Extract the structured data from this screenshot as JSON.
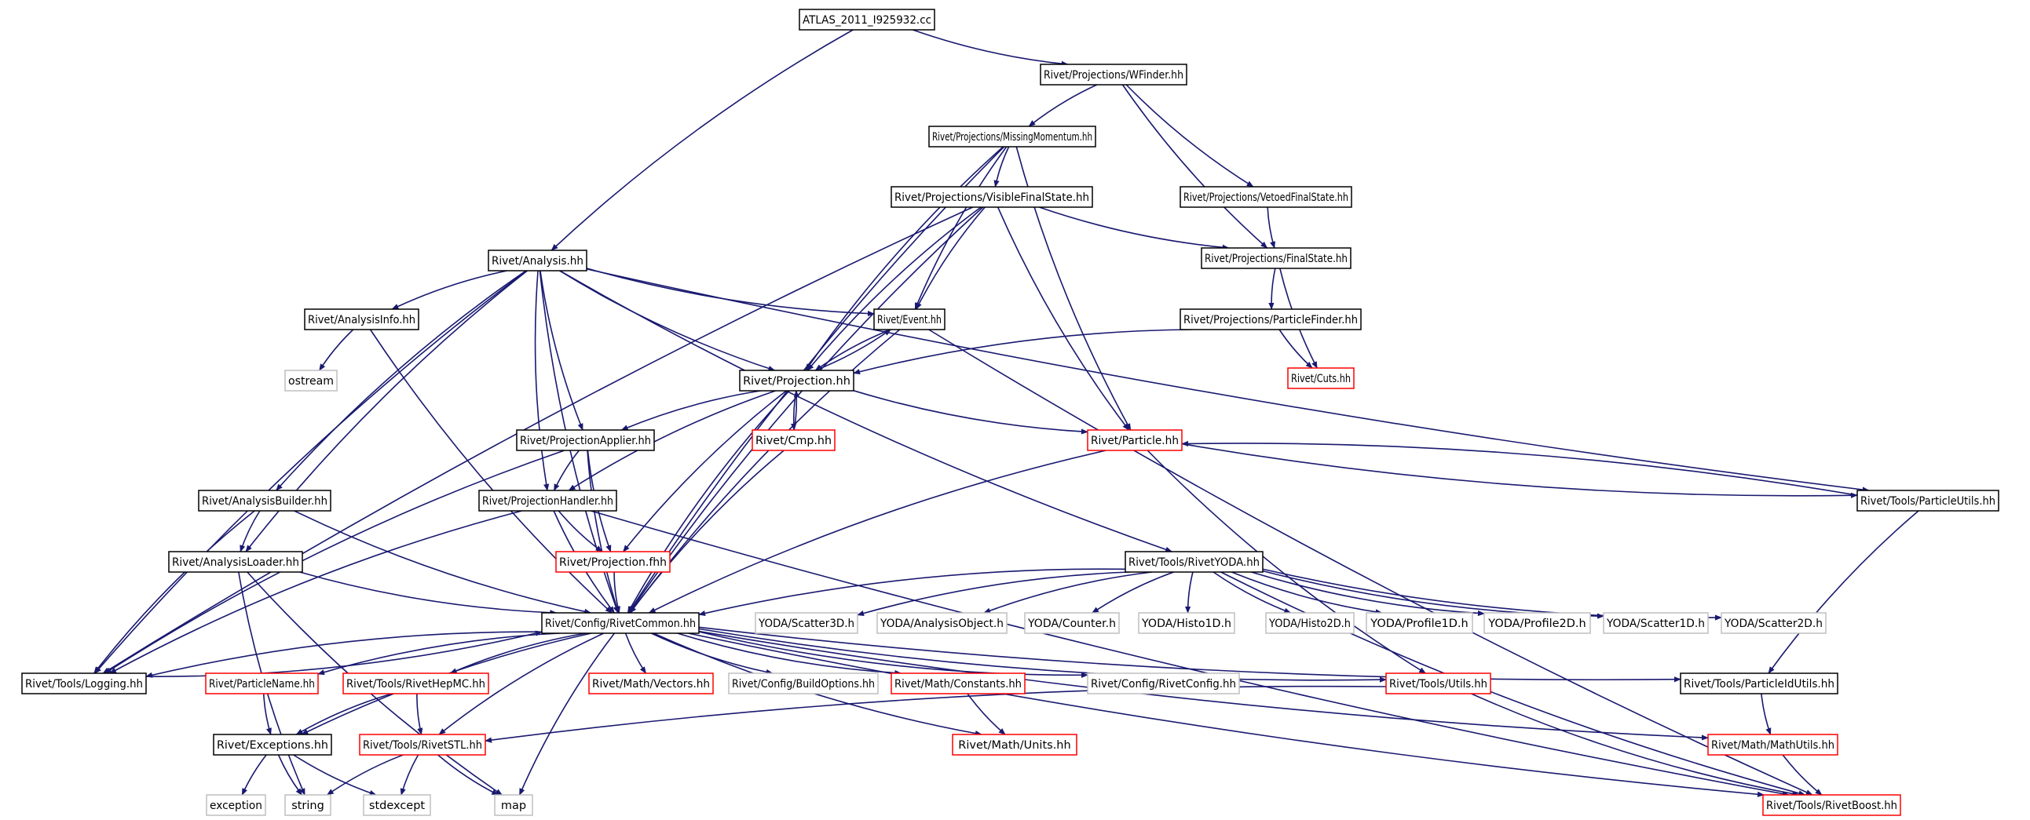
{
  "diagram": {
    "type": "include-dependency-graph",
    "colors": {
      "edge": "#191970",
      "normal": "#000000",
      "truncated": "#ff0000",
      "external": "#bfbfbf",
      "root_fill": "#bfbfbf"
    },
    "nodes": [
      {
        "id": "root",
        "label": "ATLAS_2011_I925932.cc",
        "kind": "root"
      },
      {
        "id": "wfinder",
        "label": "Rivet/Projections/WFinder.hh",
        "kind": "normal"
      },
      {
        "id": "missmom",
        "label": "Rivet/Projections/MissingMomentum.hh",
        "kind": "normal"
      },
      {
        "id": "visfs",
        "label": "Rivet/Projections/VisibleFinalState.hh",
        "kind": "normal"
      },
      {
        "id": "vetoed",
        "label": "Rivet/Projections/VetoedFinalState.hh",
        "kind": "normal"
      },
      {
        "id": "analysis",
        "label": "Rivet/Analysis.hh",
        "kind": "normal"
      },
      {
        "id": "finalstate",
        "label": "Rivet/Projections/FinalState.hh",
        "kind": "normal"
      },
      {
        "id": "anainfo",
        "label": "Rivet/AnalysisInfo.hh",
        "kind": "normal"
      },
      {
        "id": "event",
        "label": "Rivet/Event.hh",
        "kind": "normal"
      },
      {
        "id": "pfinder",
        "label": "Rivet/Projections/ParticleFinder.hh",
        "kind": "normal"
      },
      {
        "id": "ostream",
        "label": "ostream",
        "kind": "external"
      },
      {
        "id": "projection",
        "label": "Rivet/Projection.hh",
        "kind": "normal"
      },
      {
        "id": "cuts",
        "label": "Rivet/Cuts.hh",
        "kind": "truncated"
      },
      {
        "id": "projapplier",
        "label": "Rivet/ProjectionApplier.hh",
        "kind": "normal"
      },
      {
        "id": "cmp",
        "label": "Rivet/Cmp.hh",
        "kind": "truncated"
      },
      {
        "id": "particle",
        "label": "Rivet/Particle.hh",
        "kind": "truncated"
      },
      {
        "id": "anabuilder",
        "label": "Rivet/AnalysisBuilder.hh",
        "kind": "normal"
      },
      {
        "id": "projhandler",
        "label": "Rivet/ProjectionHandler.hh",
        "kind": "normal"
      },
      {
        "id": "putils",
        "label": "Rivet/Tools/ParticleUtils.hh",
        "kind": "normal"
      },
      {
        "id": "analoader",
        "label": "Rivet/AnalysisLoader.hh",
        "kind": "normal"
      },
      {
        "id": "projfhh",
        "label": "Rivet/Projection.fhh",
        "kind": "truncated"
      },
      {
        "id": "rivetyoda",
        "label": "Rivet/Tools/RivetYODA.hh",
        "kind": "normal"
      },
      {
        "id": "common",
        "label": "Rivet/Config/RivetCommon.hh",
        "kind": "normal"
      },
      {
        "id": "scatter3d",
        "label": "YODA/Scatter3D.h",
        "kind": "external"
      },
      {
        "id": "anaobj",
        "label": "YODA/AnalysisObject.h",
        "kind": "external"
      },
      {
        "id": "counter",
        "label": "YODA/Counter.h",
        "kind": "external"
      },
      {
        "id": "histo1d",
        "label": "YODA/Histo1D.h",
        "kind": "external"
      },
      {
        "id": "histo2d",
        "label": "YODA/Histo2D.h",
        "kind": "external"
      },
      {
        "id": "profile1d",
        "label": "YODA/Profile1D.h",
        "kind": "external"
      },
      {
        "id": "profile2d",
        "label": "YODA/Profile2D.h",
        "kind": "external"
      },
      {
        "id": "scatter1d",
        "label": "YODA/Scatter1D.h",
        "kind": "external"
      },
      {
        "id": "scatter2d",
        "label": "YODA/Scatter2D.h",
        "kind": "external"
      },
      {
        "id": "logging",
        "label": "Rivet/Tools/Logging.hh",
        "kind": "normal"
      },
      {
        "id": "pname",
        "label": "Rivet/ParticleName.hh",
        "kind": "truncated"
      },
      {
        "id": "hepmc",
        "label": "Rivet/Tools/RivetHepMC.hh",
        "kind": "truncated"
      },
      {
        "id": "vectors",
        "label": "Rivet/Math/Vectors.hh",
        "kind": "truncated"
      },
      {
        "id": "buildopt",
        "label": "Rivet/Config/BuildOptions.hh",
        "kind": "external"
      },
      {
        "id": "constants",
        "label": "Rivet/Math/Constants.hh",
        "kind": "truncated"
      },
      {
        "id": "rivetconfig",
        "label": "Rivet/Config/RivetConfig.hh",
        "kind": "external"
      },
      {
        "id": "utils",
        "label": "Rivet/Tools/Utils.hh",
        "kind": "truncated"
      },
      {
        "id": "pidutils",
        "label": "Rivet/Tools/ParticleIdUtils.hh",
        "kind": "normal"
      },
      {
        "id": "exceptions",
        "label": "Rivet/Exceptions.hh",
        "kind": "normal"
      },
      {
        "id": "rivetstl",
        "label": "Rivet/Tools/RivetSTL.hh",
        "kind": "truncated"
      },
      {
        "id": "units",
        "label": "Rivet/Math/Units.hh",
        "kind": "truncated"
      },
      {
        "id": "mathutils",
        "label": "Rivet/Math/MathUtils.hh",
        "kind": "truncated"
      },
      {
        "id": "exception",
        "label": "exception",
        "kind": "external"
      },
      {
        "id": "string",
        "label": "string",
        "kind": "external"
      },
      {
        "id": "stdexcept",
        "label": "stdexcept",
        "kind": "external"
      },
      {
        "id": "map",
        "label": "map",
        "kind": "external"
      },
      {
        "id": "rivetboost",
        "label": "Rivet/Tools/RivetBoost.hh",
        "kind": "truncated"
      }
    ],
    "edges": [
      [
        "root",
        "wfinder"
      ],
      [
        "root",
        "analysis"
      ],
      [
        "wfinder",
        "missmom"
      ],
      [
        "wfinder",
        "vetoed"
      ],
      [
        "wfinder",
        "finalstate"
      ],
      [
        "missmom",
        "visfs"
      ],
      [
        "missmom",
        "projection"
      ],
      [
        "missmom",
        "event"
      ],
      [
        "missmom",
        "particle"
      ],
      [
        "missmom",
        "common"
      ],
      [
        "visfs",
        "finalstate"
      ],
      [
        "visfs",
        "logging"
      ],
      [
        "visfs",
        "projection"
      ],
      [
        "visfs",
        "event"
      ],
      [
        "visfs",
        "particle"
      ],
      [
        "visfs",
        "common"
      ],
      [
        "vetoed",
        "finalstate"
      ],
      [
        "finalstate",
        "pfinder"
      ],
      [
        "finalstate",
        "cuts"
      ],
      [
        "pfinder",
        "projection"
      ],
      [
        "pfinder",
        "cuts"
      ],
      [
        "analysis",
        "anainfo"
      ],
      [
        "analysis",
        "event"
      ],
      [
        "analysis",
        "projection"
      ],
      [
        "analysis",
        "projapplier"
      ],
      [
        "analysis",
        "projhandler"
      ],
      [
        "analysis",
        "anabuilder"
      ],
      [
        "analysis",
        "analoader"
      ],
      [
        "analysis",
        "logging"
      ],
      [
        "analysis",
        "common"
      ],
      [
        "analysis",
        "rivetyoda"
      ],
      [
        "analysis",
        "putils"
      ],
      [
        "anainfo",
        "ostream"
      ],
      [
        "anainfo",
        "common"
      ],
      [
        "event",
        "projection"
      ],
      [
        "event",
        "common"
      ],
      [
        "event",
        "rivetboost"
      ],
      [
        "projection",
        "event"
      ],
      [
        "projection",
        "projapplier"
      ],
      [
        "projection",
        "projhandler"
      ],
      [
        "projection",
        "cmp"
      ],
      [
        "projection",
        "projfhh"
      ],
      [
        "projection",
        "particle"
      ],
      [
        "projection",
        "common"
      ],
      [
        "cmp",
        "projection"
      ],
      [
        "cmp",
        "common"
      ],
      [
        "particle",
        "putils"
      ],
      [
        "particle",
        "utils"
      ],
      [
        "particle",
        "common"
      ],
      [
        "projapplier",
        "projhandler"
      ],
      [
        "projapplier",
        "projfhh"
      ],
      [
        "projapplier",
        "logging"
      ],
      [
        "projapplier",
        "common"
      ],
      [
        "projhandler",
        "projfhh"
      ],
      [
        "projhandler",
        "logging"
      ],
      [
        "projhandler",
        "common"
      ],
      [
        "projhandler",
        "rivetboost"
      ],
      [
        "projfhh",
        "common"
      ],
      [
        "anabuilder",
        "analoader"
      ],
      [
        "anabuilder",
        "logging"
      ],
      [
        "anabuilder",
        "common"
      ],
      [
        "analoader",
        "common"
      ],
      [
        "analoader",
        "map"
      ],
      [
        "analoader",
        "string"
      ],
      [
        "putils",
        "particle"
      ],
      [
        "putils",
        "pidutils"
      ],
      [
        "rivetyoda",
        "common"
      ],
      [
        "rivetyoda",
        "scatter3d"
      ],
      [
        "rivetyoda",
        "anaobj"
      ],
      [
        "rivetyoda",
        "counter"
      ],
      [
        "rivetyoda",
        "histo1d"
      ],
      [
        "rivetyoda",
        "histo2d"
      ],
      [
        "rivetyoda",
        "profile1d"
      ],
      [
        "rivetyoda",
        "profile2d"
      ],
      [
        "rivetyoda",
        "scatter1d"
      ],
      [
        "rivetyoda",
        "scatter2d"
      ],
      [
        "rivetyoda",
        "rivetboost"
      ],
      [
        "common",
        "logging"
      ],
      [
        "common",
        "pname"
      ],
      [
        "common",
        "hepmc"
      ],
      [
        "common",
        "vectors"
      ],
      [
        "common",
        "buildopt"
      ],
      [
        "common",
        "constants"
      ],
      [
        "common",
        "rivetconfig"
      ],
      [
        "common",
        "utils"
      ],
      [
        "common",
        "pidutils"
      ],
      [
        "common",
        "exceptions"
      ],
      [
        "common",
        "rivetstl"
      ],
      [
        "common",
        "units"
      ],
      [
        "common",
        "mathutils"
      ],
      [
        "common",
        "map"
      ],
      [
        "common",
        "rivetboost"
      ],
      [
        "logging",
        "common"
      ],
      [
        "pname",
        "exceptions"
      ],
      [
        "hepmc",
        "exceptions"
      ],
      [
        "hepmc",
        "rivetstl"
      ],
      [
        "constants",
        "units"
      ],
      [
        "utils",
        "rivetstl"
      ],
      [
        "utils",
        "rivetboost"
      ],
      [
        "pidutils",
        "mathutils"
      ],
      [
        "mathutils",
        "rivetboost"
      ],
      [
        "exceptions",
        "exception"
      ],
      [
        "exceptions",
        "string"
      ],
      [
        "exceptions",
        "stdexcept"
      ],
      [
        "rivetstl",
        "string"
      ],
      [
        "rivetstl",
        "stdexcept"
      ],
      [
        "rivetstl",
        "map"
      ]
    ]
  }
}
